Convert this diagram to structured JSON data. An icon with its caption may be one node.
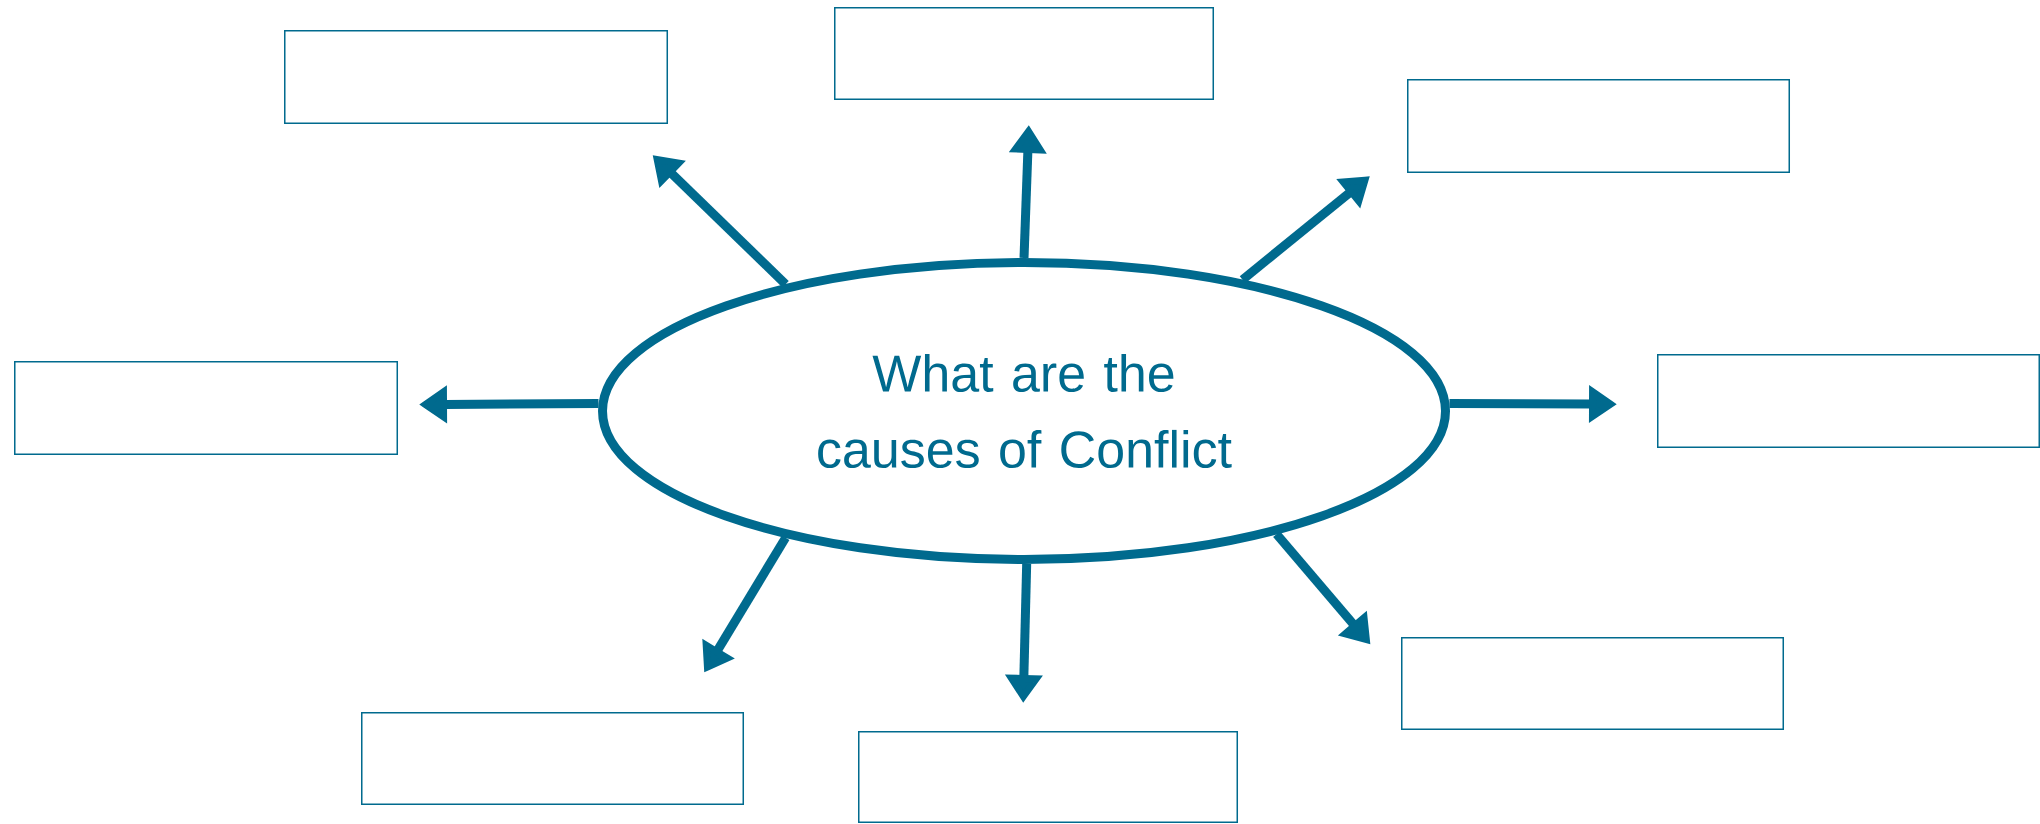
{
  "diagram": {
    "nodes": [
      {
        "text": [
          "What are the causes of Conflict"
        ]
      },
      {
        "text": [],
        "shape": "box"
      },
      {
        "text": [],
        "shape": "box"
      },
      {
        "text": [],
        "shape": "box"
      },
      {
        "text": [],
        "shape": "box"
      },
      {
        "text": [],
        "shape": "box"
      },
      {
        "text": [],
        "shape": "box"
      },
      {
        "text": [],
        "shape": "box"
      },
      {
        "text": [],
        "shape": "box"
      }
    ],
    "edges": [
      {
        "from": 0,
        "to": 1,
        "arrow": "to"
      },
      {
        "from": 0,
        "to": 2,
        "arrow": "to"
      },
      {
        "from": 0,
        "to": 3,
        "arrow": "to"
      },
      {
        "from": 0,
        "to": 4,
        "arrow": "to"
      },
      {
        "from": 0,
        "to": 5,
        "arrow": "to"
      },
      {
        "from": 0,
        "to": 6,
        "arrow": "to"
      },
      {
        "from": 0,
        "to": 7,
        "arrow": "to"
      },
      {
        "from": 0,
        "to": 8,
        "arrow": "to"
      }
    ]
  }
}
